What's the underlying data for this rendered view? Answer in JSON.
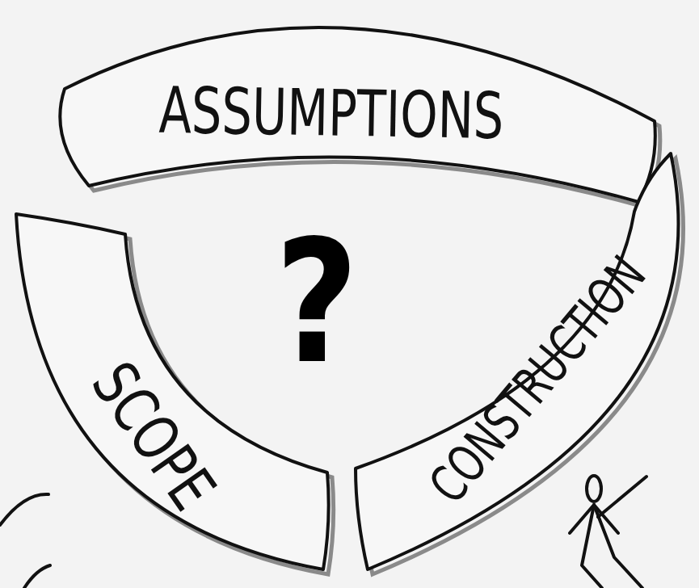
{
  "diagram": {
    "nodes": [
      {
        "text": [
          "ASSUMPTIONS"
        ]
      },
      {
        "text": [
          "SCOPE"
        ]
      },
      {
        "text": [
          "CONSTRUCTION"
        ]
      }
    ],
    "labels": [
      "?"
    ]
  }
}
